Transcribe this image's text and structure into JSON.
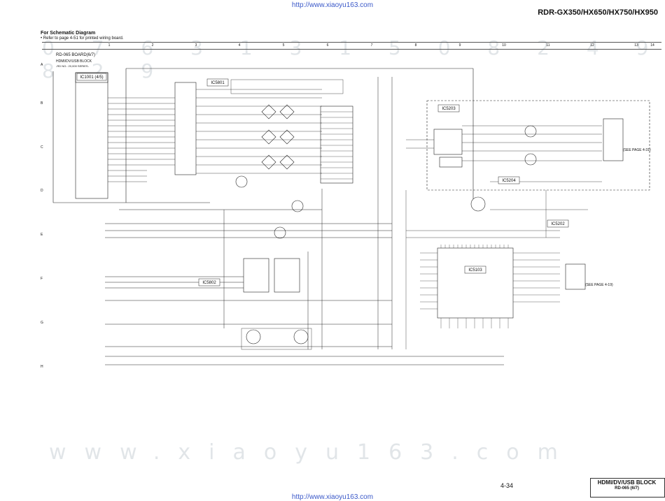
{
  "header": {
    "url": "http://www.xiaoyu163.com",
    "model_title": "RDR-GX350/HX650/HX750/HX950"
  },
  "intro": {
    "heading": "For Schematic Diagram",
    "note": "• Refer to page 4-51 for printed wiring board."
  },
  "grid": {
    "columns": [
      "1",
      "2",
      "3",
      "4",
      "5",
      "6",
      "7",
      "8",
      "9",
      "10",
      "11",
      "12",
      "13",
      "14"
    ],
    "rows": [
      "A",
      "B",
      "C",
      "D",
      "E",
      "F",
      "G",
      "H"
    ]
  },
  "board": {
    "name": "RD-065 BOARD(6/7)",
    "block": "HDMI/DV/USB BLOCK",
    "serial": "-RD NO.: 20,000 SERIES-"
  },
  "ic_labels": {
    "ic1001": "IC1001 (4/5)",
    "ic5801": "IC5801",
    "ic5802": "IC5802",
    "ic5103": "IC5103",
    "ic5203": "IC5203",
    "ic5204": "IC5204",
    "ic5202": "IC5202"
  },
  "page_refs": {
    "ref1": "(SEE PAGE 4-31)",
    "ref2": "(SEE PAGE 4-19)"
  },
  "watermark": {
    "bottom": "www.xiaoyu163.com",
    "top": "0 7 6 3 1 3 1 5 0 8 2 4 9 8 2 9"
  },
  "footer": {
    "page": "4-34",
    "title": "HDMI/DV/USB BLOCK",
    "subtitle": "RD-065 (6/7)",
    "url": "http://www.xiaoyu163.com"
  }
}
